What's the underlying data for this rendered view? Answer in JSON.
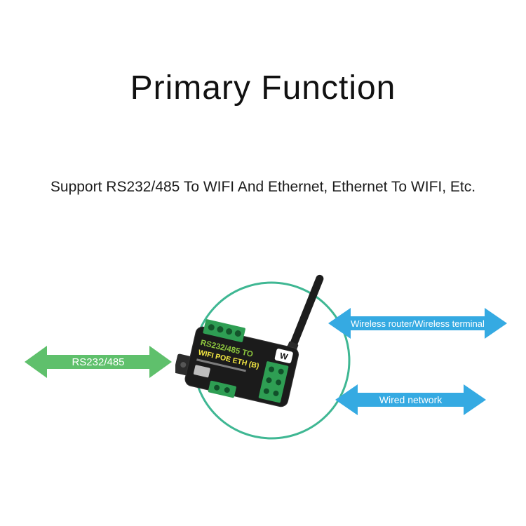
{
  "page": {
    "title": "Primary Function",
    "subtitle": "Support RS232/485 To WIFI And Ethernet, Ethernet To WIFI, Etc."
  },
  "diagram": {
    "ring_color": "#3fb793",
    "arrows": {
      "left": {
        "label": "RS232/485",
        "color": "#5fc06c"
      },
      "top_right": {
        "label": "Wireless router/Wireless terminal",
        "color": "#35aae2"
      },
      "bottom_right": {
        "label": "Wired network",
        "color": "#35aae2"
      }
    },
    "device": {
      "logo": "W",
      "label_line1": "RS232/485 TO",
      "label_line2": "WIFI POE ETH (B)"
    }
  }
}
